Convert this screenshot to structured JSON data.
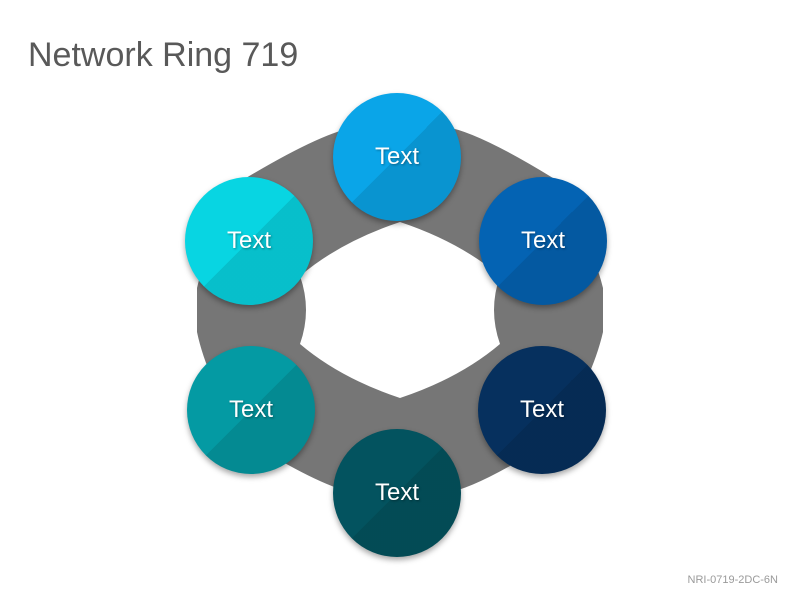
{
  "title": "Network Ring 719",
  "footer_code": "NRI-0719-2DC-6N",
  "colors": {
    "ring": "#767676",
    "title": "#595959"
  },
  "nodes": [
    {
      "label": "Text",
      "color": "#0aa5e8"
    },
    {
      "label": "Text",
      "color": "#0463b3"
    },
    {
      "label": "Text",
      "color": "#06305e"
    },
    {
      "label": "Text",
      "color": "#03535f"
    },
    {
      "label": "Text",
      "color": "#049aa3"
    },
    {
      "label": "Text",
      "color": "#08d5e2"
    }
  ]
}
